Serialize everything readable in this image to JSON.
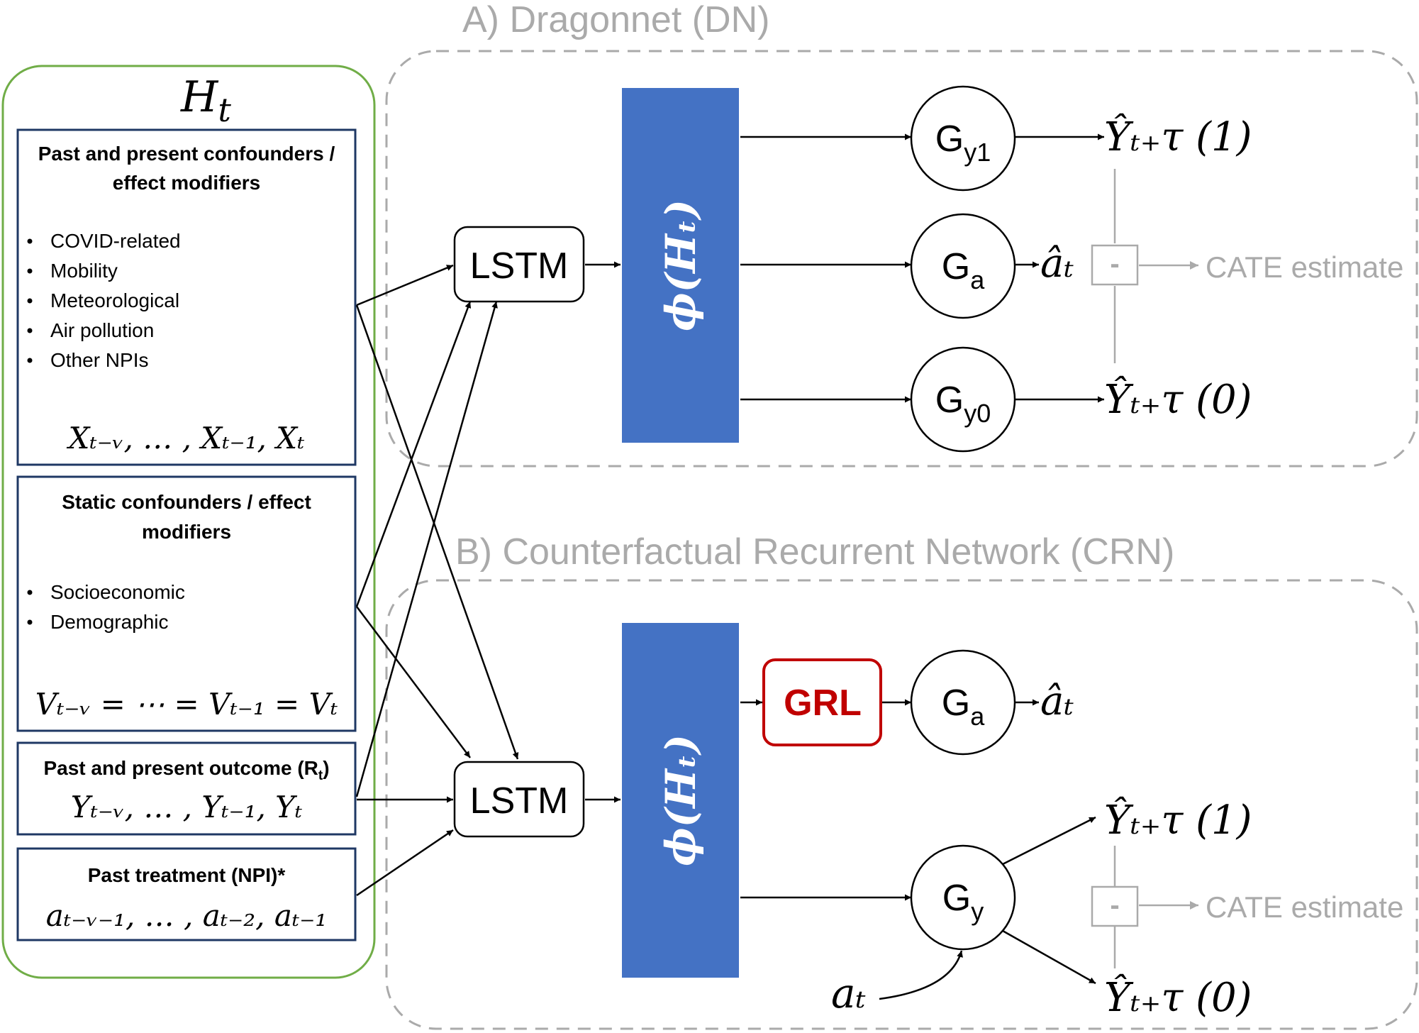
{
  "colors": {
    "history_border": "#70AD47",
    "box_border": "#1F3864",
    "phi_fill": "#4472C4",
    "grl_border": "#C00000",
    "grey": "#AAAAAA",
    "black": "#000000"
  },
  "history": {
    "title_main": "H",
    "title_sub": "t",
    "confounders": {
      "heading_line1": "Past and present confounders /",
      "heading_line2": "effect modifiers",
      "items": [
        "COVID-related",
        "Mobility",
        "Meteorological",
        "Air pollution",
        "Other NPIs"
      ],
      "formula": "Xₜ₋ᵥ, … , Xₜ₋₁, Xₜ"
    },
    "static": {
      "heading_line1": "Static confounders / effect",
      "heading_line2": "modifiers",
      "items": [
        "Socioeconomic",
        "Demographic"
      ],
      "formula": "Vₜ₋ᵥ = ⋯ = Vₜ₋₁ = Vₜ"
    },
    "outcome": {
      "heading_main": "Past and present outcome (R",
      "heading_sub": "t",
      "heading_end": ")",
      "formula": "Yₜ₋ᵥ, … , Yₜ₋₁, Yₜ"
    },
    "treatment": {
      "heading": "Past treatment (NPI)*",
      "formula": "aₜ₋ᵥ₋₁, … , aₜ₋₂, aₜ₋₁"
    }
  },
  "dragonnet": {
    "title": "A) Dragonnet (DN)",
    "lstm_label": "LSTM",
    "phi_label": "ϕ(Hₜ)",
    "g_y1": {
      "main": "G",
      "sub": "y1"
    },
    "g_a": {
      "main": "G",
      "sub": "a"
    },
    "g_y0": {
      "main": "G",
      "sub": "y0"
    },
    "out_y1": "Ŷₜ₊τ (1)",
    "out_a": "âₜ",
    "out_y0": "Ŷₜ₊τ (0)",
    "minus": "-",
    "cate": "CATE estimate"
  },
  "crn": {
    "title": "B) Counterfactual Recurrent Network (CRN)",
    "lstm_label": "LSTM",
    "phi_label": "ϕ(Hₜ)",
    "grl_label": "GRL",
    "g_a": {
      "main": "G",
      "sub": "a"
    },
    "g_y": {
      "main": "G",
      "sub": "y"
    },
    "out_a": "âₜ",
    "out_y1": "Ŷₜ₊τ (1)",
    "out_y0": "Ŷₜ₊τ (0)",
    "input_a": "aₜ",
    "minus": "-",
    "cate": "CATE estimate"
  }
}
